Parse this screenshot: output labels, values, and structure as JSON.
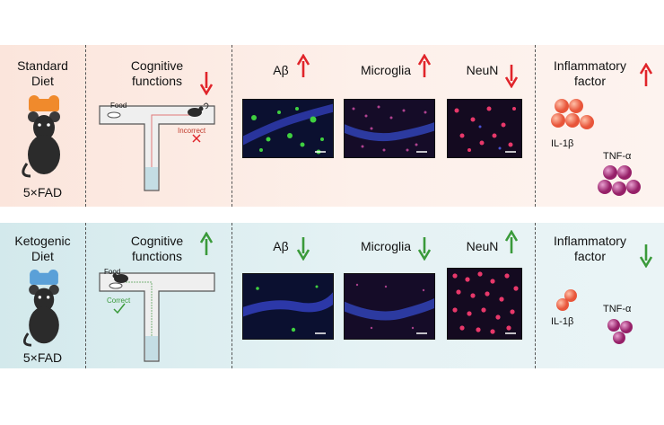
{
  "rows": [
    {
      "diet": "Standard\nDiet",
      "model": "5×FAD",
      "cognitive": "Cognitive\nfunctions",
      "maze": {
        "food": "Food",
        "result": "Incorrect"
      },
      "markers": [
        {
          "label": "Aβ"
        },
        {
          "label": "Microglia"
        },
        {
          "label": "NeuN"
        }
      ],
      "inflammatory": "Inflammatory\nfactor",
      "cytokines": [
        "IL-1β",
        "TNF-α"
      ],
      "arrows": {
        "cognitive": "down",
        "abeta": "up",
        "microglia": "up",
        "neun": "down",
        "inflammatory": "up"
      }
    },
    {
      "diet": "Ketogenic\nDiet",
      "model": "5×FAD",
      "cognitive": "Cognitive\nfunctions",
      "maze": {
        "food": "Food",
        "result": "Correct"
      },
      "markers": [
        {
          "label": "Aβ"
        },
        {
          "label": "Microglia"
        },
        {
          "label": "NeuN"
        }
      ],
      "inflammatory": "Inflammatory\nfactor",
      "cytokines": [
        "IL-1β",
        "TNF-α"
      ],
      "arrows": {
        "cognitive": "up",
        "abeta": "down",
        "microglia": "down",
        "neun": "up",
        "inflammatory": "down"
      }
    }
  ],
  "colors": {
    "up_arrow": "#e0242a",
    "down_arrow": "#3a9a3a",
    "standard_bg": "#fbe5dc",
    "ketogenic_bg": "#d3e9ec",
    "standard_cap": "#f08a2c",
    "ketogenic_cap": "#5aa0d8",
    "il1b": "#f07050",
    "tnfa": "#a8307a"
  }
}
